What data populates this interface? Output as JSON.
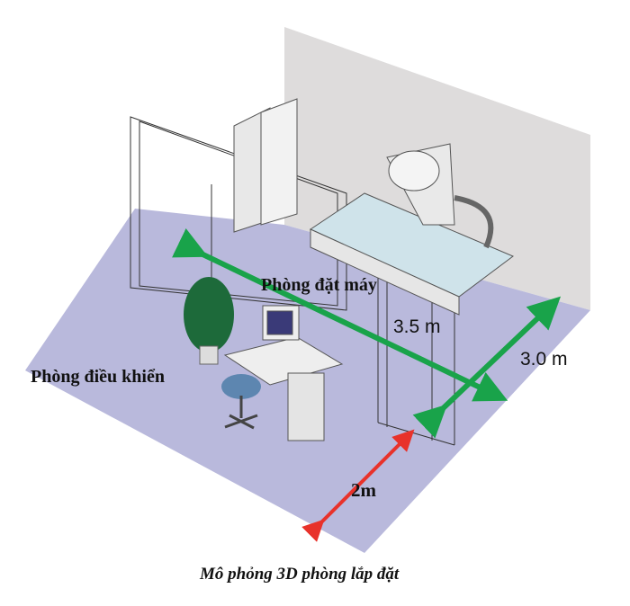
{
  "labels": {
    "equipment_room": "Phòng đặt máy",
    "control_room": "Phòng điều khiển",
    "length": "3.5 m",
    "width": "3.0 m",
    "control_depth": "2m"
  },
  "caption": "Mô phỏng 3D phòng lắp đặt",
  "colors": {
    "floor": "#b9b9dc",
    "wall": "#dedcdc",
    "dimension_arrow": "#19a34a",
    "control_arrow": "#e8322b"
  }
}
